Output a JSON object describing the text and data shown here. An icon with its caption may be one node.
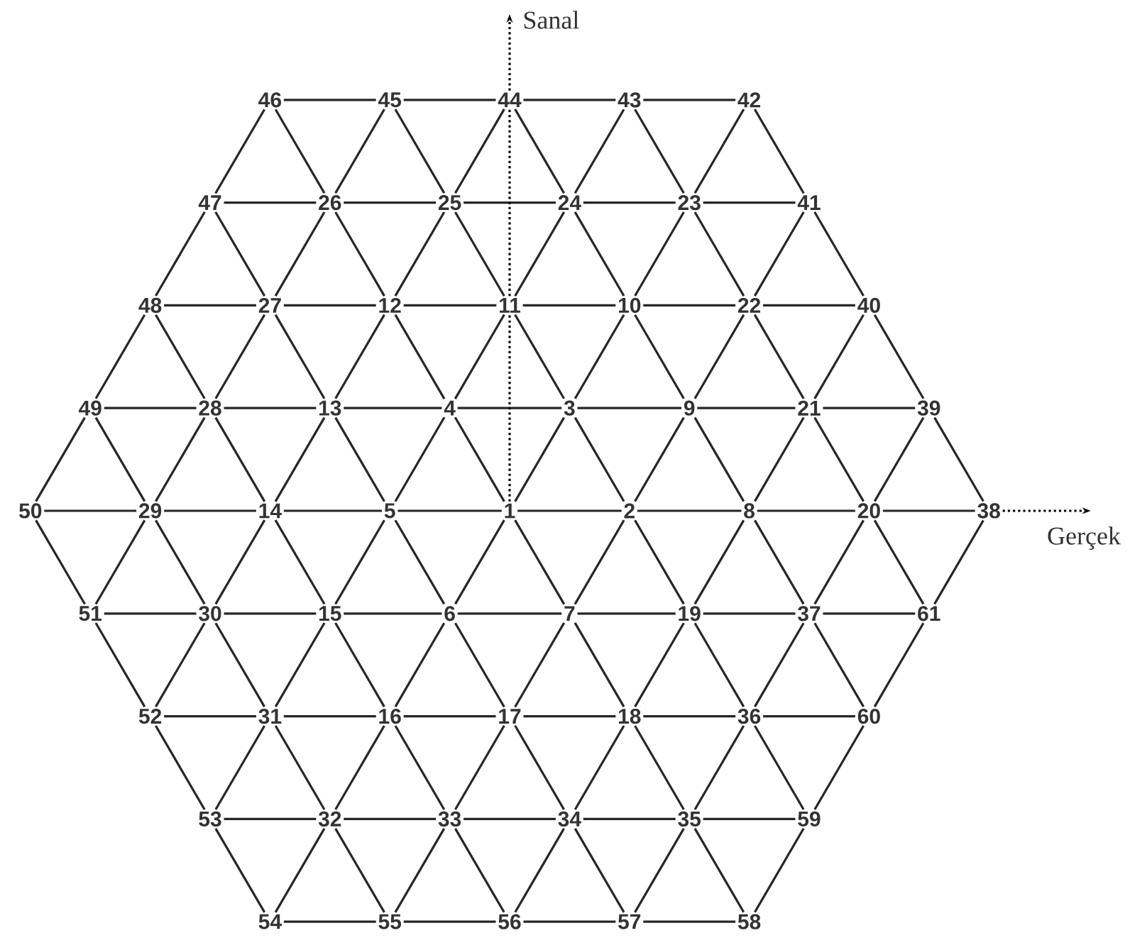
{
  "diagram": {
    "nodes": [
      {
        "text": [
          "46"
        ]
      },
      {
        "text": [
          "45"
        ]
      },
      {
        "text": [
          "44"
        ]
      },
      {
        "text": [
          "43"
        ]
      },
      {
        "text": [
          "42"
        ]
      },
      {
        "text": [
          "47"
        ]
      },
      {
        "text": [
          "26"
        ]
      },
      {
        "text": [
          "25"
        ]
      },
      {
        "text": [
          "24"
        ]
      },
      {
        "text": [
          "23"
        ]
      },
      {
        "text": [
          "41"
        ]
      },
      {
        "text": [
          "48"
        ]
      },
      {
        "text": [
          "27"
        ]
      },
      {
        "text": [
          "12"
        ]
      },
      {
        "text": [
          "11"
        ]
      },
      {
        "text": [
          "10"
        ]
      },
      {
        "text": [
          "22"
        ]
      },
      {
        "text": [
          "40"
        ]
      },
      {
        "text": [
          "49"
        ]
      },
      {
        "text": [
          "28"
        ]
      },
      {
        "text": [
          "13"
        ]
      },
      {
        "text": [
          "4"
        ]
      },
      {
        "text": [
          "3"
        ]
      },
      {
        "text": [
          "9"
        ]
      },
      {
        "text": [
          "21"
        ]
      },
      {
        "text": [
          "39"
        ]
      },
      {
        "text": [
          "50"
        ]
      },
      {
        "text": [
          "29"
        ]
      },
      {
        "text": [
          "14"
        ]
      },
      {
        "text": [
          "5"
        ]
      },
      {
        "text": [
          "1"
        ]
      },
      {
        "text": [
          "2"
        ]
      },
      {
        "text": [
          "8"
        ]
      },
      {
        "text": [
          "20"
        ]
      },
      {
        "text": [
          "38"
        ]
      },
      {
        "text": [
          "51"
        ]
      },
      {
        "text": [
          "30"
        ]
      },
      {
        "text": [
          "15"
        ]
      },
      {
        "text": [
          "6"
        ]
      },
      {
        "text": [
          "7"
        ]
      },
      {
        "text": [
          "19"
        ]
      },
      {
        "text": [
          "37"
        ]
      },
      {
        "text": [
          "61"
        ]
      },
      {
        "text": [
          "52"
        ]
      },
      {
        "text": [
          "31"
        ]
      },
      {
        "text": [
          "16"
        ]
      },
      {
        "text": [
          "17"
        ]
      },
      {
        "text": [
          "18"
        ]
      },
      {
        "text": [
          "36"
        ]
      },
      {
        "text": [
          "60"
        ]
      },
      {
        "text": [
          "53"
        ]
      },
      {
        "text": [
          "32"
        ]
      },
      {
        "text": [
          "33"
        ]
      },
      {
        "text": [
          "34"
        ]
      },
      {
        "text": [
          "35"
        ]
      },
      {
        "text": [
          "59"
        ]
      },
      {
        "text": [
          "54"
        ]
      },
      {
        "text": [
          "55"
        ]
      },
      {
        "text": [
          "56"
        ]
      },
      {
        "text": [
          "57"
        ]
      },
      {
        "text": [
          "58"
        ]
      }
    ],
    "edges": [
      {
        "from": 0,
        "to": 1,
        "arrow": "none"
      },
      {
        "from": 1,
        "to": 2,
        "arrow": "none"
      },
      {
        "from": 2,
        "to": 3,
        "arrow": "none"
      },
      {
        "from": 3,
        "to": 4,
        "arrow": "none"
      },
      {
        "from": 5,
        "to": 6,
        "arrow": "none"
      },
      {
        "from": 6,
        "to": 7,
        "arrow": "none"
      },
      {
        "from": 7,
        "to": 8,
        "arrow": "none"
      },
      {
        "from": 8,
        "to": 9,
        "arrow": "none"
      },
      {
        "from": 9,
        "to": 10,
        "arrow": "none"
      },
      {
        "from": 11,
        "to": 12,
        "arrow": "none"
      },
      {
        "from": 12,
        "to": 13,
        "arrow": "none"
      },
      {
        "from": 13,
        "to": 14,
        "arrow": "none"
      },
      {
        "from": 14,
        "to": 15,
        "arrow": "none"
      },
      {
        "from": 15,
        "to": 16,
        "arrow": "none"
      },
      {
        "from": 16,
        "to": 17,
        "arrow": "none"
      },
      {
        "from": 18,
        "to": 19,
        "arrow": "none"
      },
      {
        "from": 19,
        "to": 20,
        "arrow": "none"
      },
      {
        "from": 20,
        "to": 21,
        "arrow": "none"
      },
      {
        "from": 21,
        "to": 22,
        "arrow": "none"
      },
      {
        "from": 22,
        "to": 23,
        "arrow": "none"
      },
      {
        "from": 23,
        "to": 24,
        "arrow": "none"
      },
      {
        "from": 24,
        "to": 25,
        "arrow": "none"
      },
      {
        "from": 26,
        "to": 27,
        "arrow": "none"
      },
      {
        "from": 27,
        "to": 28,
        "arrow": "none"
      },
      {
        "from": 28,
        "to": 29,
        "arrow": "none"
      },
      {
        "from": 29,
        "to": 30,
        "arrow": "none"
      },
      {
        "from": 30,
        "to": 31,
        "arrow": "none"
      },
      {
        "from": 31,
        "to": 32,
        "arrow": "none"
      },
      {
        "from": 32,
        "to": 33,
        "arrow": "none"
      },
      {
        "from": 33,
        "to": 34,
        "arrow": "none"
      },
      {
        "from": 35,
        "to": 36,
        "arrow": "none"
      },
      {
        "from": 36,
        "to": 37,
        "arrow": "none"
      },
      {
        "from": 37,
        "to": 38,
        "arrow": "none"
      },
      {
        "from": 38,
        "to": 39,
        "arrow": "none"
      },
      {
        "from": 39,
        "to": 40,
        "arrow": "none"
      },
      {
        "from": 40,
        "to": 41,
        "arrow": "none"
      },
      {
        "from": 41,
        "to": 42,
        "arrow": "none"
      },
      {
        "from": 43,
        "to": 44,
        "arrow": "none"
      },
      {
        "from": 44,
        "to": 45,
        "arrow": "none"
      },
      {
        "from": 45,
        "to": 46,
        "arrow": "none"
      },
      {
        "from": 46,
        "to": 47,
        "arrow": "none"
      },
      {
        "from": 47,
        "to": 48,
        "arrow": "none"
      },
      {
        "from": 48,
        "to": 49,
        "arrow": "none"
      },
      {
        "from": 50,
        "to": 51,
        "arrow": "none"
      },
      {
        "from": 51,
        "to": 52,
        "arrow": "none"
      },
      {
        "from": 52,
        "to": 53,
        "arrow": "none"
      },
      {
        "from": 53,
        "to": 54,
        "arrow": "none"
      },
      {
        "from": 54,
        "to": 55,
        "arrow": "none"
      },
      {
        "from": 56,
        "to": 57,
        "arrow": "none"
      },
      {
        "from": 57,
        "to": 58,
        "arrow": "none"
      },
      {
        "from": 58,
        "to": 59,
        "arrow": "none"
      },
      {
        "from": 59,
        "to": 60,
        "arrow": "none"
      },
      {
        "from": 0,
        "to": 5,
        "arrow": "none"
      },
      {
        "from": 0,
        "to": 6,
        "arrow": "none"
      },
      {
        "from": 1,
        "to": 6,
        "arrow": "none"
      },
      {
        "from": 1,
        "to": 7,
        "arrow": "none"
      },
      {
        "from": 2,
        "to": 7,
        "arrow": "none"
      },
      {
        "from": 2,
        "to": 8,
        "arrow": "none"
      },
      {
        "from": 3,
        "to": 8,
        "arrow": "none"
      },
      {
        "from": 3,
        "to": 9,
        "arrow": "none"
      },
      {
        "from": 4,
        "to": 9,
        "arrow": "none"
      },
      {
        "from": 4,
        "to": 10,
        "arrow": "none"
      },
      {
        "from": 5,
        "to": 11,
        "arrow": "none"
      },
      {
        "from": 5,
        "to": 12,
        "arrow": "none"
      },
      {
        "from": 6,
        "to": 12,
        "arrow": "none"
      },
      {
        "from": 6,
        "to": 13,
        "arrow": "none"
      },
      {
        "from": 7,
        "to": 13,
        "arrow": "none"
      },
      {
        "from": 7,
        "to": 14,
        "arrow": "none"
      },
      {
        "from": 8,
        "to": 14,
        "arrow": "none"
      },
      {
        "from": 8,
        "to": 15,
        "arrow": "none"
      },
      {
        "from": 9,
        "to": 15,
        "arrow": "none"
      },
      {
        "from": 9,
        "to": 16,
        "arrow": "none"
      },
      {
        "from": 10,
        "to": 16,
        "arrow": "none"
      },
      {
        "from": 10,
        "to": 17,
        "arrow": "none"
      },
      {
        "from": 11,
        "to": 18,
        "arrow": "none"
      },
      {
        "from": 11,
        "to": 19,
        "arrow": "none"
      },
      {
        "from": 12,
        "to": 19,
        "arrow": "none"
      },
      {
        "from": 12,
        "to": 20,
        "arrow": "none"
      },
      {
        "from": 13,
        "to": 20,
        "arrow": "none"
      },
      {
        "from": 13,
        "to": 21,
        "arrow": "none"
      },
      {
        "from": 14,
        "to": 21,
        "arrow": "none"
      },
      {
        "from": 14,
        "to": 22,
        "arrow": "none"
      },
      {
        "from": 15,
        "to": 22,
        "arrow": "none"
      },
      {
        "from": 15,
        "to": 23,
        "arrow": "none"
      },
      {
        "from": 16,
        "to": 23,
        "arrow": "none"
      },
      {
        "from": 16,
        "to": 24,
        "arrow": "none"
      },
      {
        "from": 17,
        "to": 24,
        "arrow": "none"
      },
      {
        "from": 17,
        "to": 25,
        "arrow": "none"
      },
      {
        "from": 18,
        "to": 26,
        "arrow": "none"
      },
      {
        "from": 18,
        "to": 27,
        "arrow": "none"
      },
      {
        "from": 19,
        "to": 27,
        "arrow": "none"
      },
      {
        "from": 19,
        "to": 28,
        "arrow": "none"
      },
      {
        "from": 20,
        "to": 28,
        "arrow": "none"
      },
      {
        "from": 20,
        "to": 29,
        "arrow": "none"
      },
      {
        "from": 21,
        "to": 29,
        "arrow": "none"
      },
      {
        "from": 21,
        "to": 30,
        "arrow": "none"
      },
      {
        "from": 22,
        "to": 30,
        "arrow": "none"
      },
      {
        "from": 22,
        "to": 31,
        "arrow": "none"
      },
      {
        "from": 23,
        "to": 31,
        "arrow": "none"
      },
      {
        "from": 23,
        "to": 32,
        "arrow": "none"
      },
      {
        "from": 24,
        "to": 32,
        "arrow": "none"
      },
      {
        "from": 24,
        "to": 33,
        "arrow": "none"
      },
      {
        "from": 25,
        "to": 33,
        "arrow": "none"
      },
      {
        "from": 25,
        "to": 34,
        "arrow": "none"
      },
      {
        "from": 26,
        "to": 35,
        "arrow": "none"
      },
      {
        "from": 27,
        "to": 35,
        "arrow": "none"
      },
      {
        "from": 27,
        "to": 36,
        "arrow": "none"
      },
      {
        "from": 28,
        "to": 36,
        "arrow": "none"
      },
      {
        "from": 28,
        "to": 37,
        "arrow": "none"
      },
      {
        "from": 29,
        "to": 37,
        "arrow": "none"
      },
      {
        "from": 29,
        "to": 38,
        "arrow": "none"
      },
      {
        "from": 30,
        "to": 38,
        "arrow": "none"
      },
      {
        "from": 30,
        "to": 39,
        "arrow": "none"
      },
      {
        "from": 31,
        "to": 39,
        "arrow": "none"
      },
      {
        "from": 31,
        "to": 40,
        "arrow": "none"
      },
      {
        "from": 32,
        "to": 40,
        "arrow": "none"
      },
      {
        "from": 32,
        "to": 41,
        "arrow": "none"
      },
      {
        "from": 33,
        "to": 41,
        "arrow": "none"
      },
      {
        "from": 33,
        "to": 42,
        "arrow": "none"
      },
      {
        "from": 34,
        "to": 42,
        "arrow": "none"
      },
      {
        "from": 35,
        "to": 43,
        "arrow": "none"
      },
      {
        "from": 36,
        "to": 43,
        "arrow": "none"
      },
      {
        "from": 36,
        "to": 44,
        "arrow": "none"
      },
      {
        "from": 37,
        "to": 44,
        "arrow": "none"
      },
      {
        "from": 37,
        "to": 45,
        "arrow": "none"
      },
      {
        "from": 38,
        "to": 45,
        "arrow": "none"
      },
      {
        "from": 38,
        "to": 46,
        "arrow": "none"
      },
      {
        "from": 39,
        "to": 46,
        "arrow": "none"
      },
      {
        "from": 39,
        "to": 47,
        "arrow": "none"
      },
      {
        "from": 40,
        "to": 47,
        "arrow": "none"
      },
      {
        "from": 40,
        "to": 48,
        "arrow": "none"
      },
      {
        "from": 41,
        "to": 48,
        "arrow": "none"
      },
      {
        "from": 41,
        "to": 49,
        "arrow": "none"
      },
      {
        "from": 42,
        "to": 49,
        "arrow": "none"
      },
      {
        "from": 43,
        "to": 50,
        "arrow": "none"
      },
      {
        "from": 44,
        "to": 50,
        "arrow": "none"
      },
      {
        "from": 44,
        "to": 51,
        "arrow": "none"
      },
      {
        "from": 45,
        "to": 51,
        "arrow": "none"
      },
      {
        "from": 45,
        "to": 52,
        "arrow": "none"
      },
      {
        "from": 46,
        "to": 52,
        "arrow": "none"
      },
      {
        "from": 46,
        "to": 53,
        "arrow": "none"
      },
      {
        "from": 47,
        "to": 53,
        "arrow": "none"
      },
      {
        "from": 47,
        "to": 54,
        "arrow": "none"
      },
      {
        "from": 48,
        "to": 54,
        "arrow": "none"
      },
      {
        "from": 48,
        "to": 55,
        "arrow": "none"
      },
      {
        "from": 49,
        "to": 55,
        "arrow": "none"
      },
      {
        "from": 50,
        "to": 56,
        "arrow": "none"
      },
      {
        "from": 51,
        "to": 56,
        "arrow": "none"
      },
      {
        "from": 51,
        "to": 57,
        "arrow": "none"
      },
      {
        "from": 52,
        "to": 57,
        "arrow": "none"
      },
      {
        "from": 52,
        "to": 58,
        "arrow": "none"
      },
      {
        "from": 53,
        "to": 58,
        "arrow": "none"
      },
      {
        "from": 53,
        "to": 59,
        "arrow": "none"
      },
      {
        "from": 54,
        "to": 59,
        "arrow": "none"
      },
      {
        "from": 54,
        "to": 60,
        "arrow": "none"
      },
      {
        "from": 55,
        "to": 60,
        "arrow": "none"
      }
    ],
    "labels": [
      "Sanal",
      "Gerçek"
    ]
  }
}
